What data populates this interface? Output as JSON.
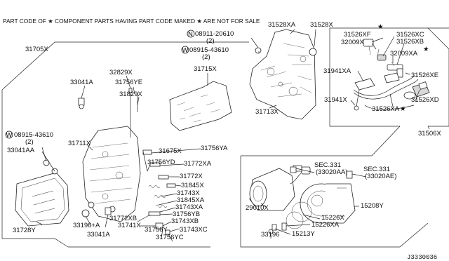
{
  "header_note": "PART CODE OF ★ COMPONENT PARTS HAVING PART CODE MAKED ★ ARE NOT FOR SALE",
  "diagram_ref": "J3330036",
  "labels": {
    "p31705x": "31705X",
    "p33041a_top": "33041A",
    "p32829x": "32829X",
    "p31756ye": "31756YE",
    "p31829x": "31829X",
    "p08911": "08911-20610",
    "p08911_qty": "(2)",
    "p08915_top": "08915-43610",
    "p08915_top_qty": "(2)",
    "p31715x": "31715X",
    "p31528xa": "31528XA",
    "p31528x": "31528X",
    "p31713x": "31713X",
    "p31526xf": "31526XF",
    "p31526xc": "31526XC",
    "p32009x": "32009X",
    "p31526xb": "31526XB",
    "p32009xa": "32009XA",
    "p31941xa": "31941XA",
    "p31526xe": "31526XE",
    "p31941x": "31941X",
    "p31526xa": "31526XA",
    "p31526xd": "31526XD",
    "p31506x": "31506X",
    "p08915_left": "08915-43610",
    "p08915_left_qty": "(2)",
    "p33041aa": "33041AA",
    "p31711x": "31711X",
    "p31675x": "31675X",
    "p31756ya": "31756YA",
    "p31756yd": "31756YD",
    "p31772xa": "31772XA",
    "p31772x": "31772X",
    "p31845x": "31845X",
    "p31743x": "31743X",
    "p31845xa": "31845XA",
    "p31743xa": "31743XA",
    "p31756yb": "31756YB",
    "p31772xb": "31772XB",
    "p31741x": "31741X",
    "p31743xb": "31743XB",
    "p31743xc": "31743XC",
    "p31756y": "31756Y",
    "p31756yc": "31756YC",
    "p33041a_bot": "33041A",
    "p31728y": "31728Y",
    "p33196a": "33196+A",
    "sec331_a": "SEC.331",
    "sec331_a_ref": "(33020AA)",
    "sec331_b": "SEC.331",
    "sec331_b_ref": "(33020AE)",
    "p29010x": "29010X",
    "p15208y": "15208Y",
    "p15226x": "15226X",
    "p15226xa": "15226XA",
    "p33196": "33196",
    "p15213y": "15213Y"
  }
}
